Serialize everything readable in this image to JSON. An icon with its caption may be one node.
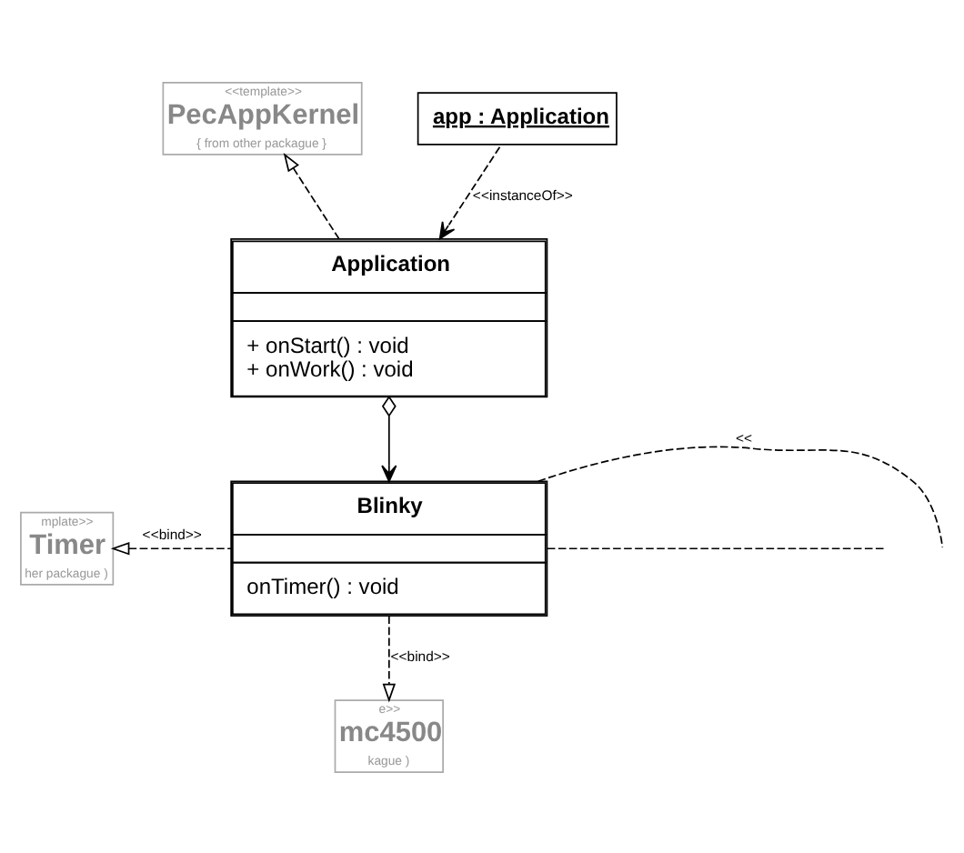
{
  "diagram": {
    "nodes": [
      {
        "text": [
          "<<template>>",
          "PecAppKernel",
          "{ from other packague }"
        ]
      },
      {
        "text": [
          "app : Application"
        ]
      },
      {
        "text": [
          "Application",
          "+ onStart() : void",
          "+ onWork() : void"
        ]
      },
      {
        "text": [
          "Blinky",
          "onTimer() : void"
        ]
      },
      {
        "text": [
          "mplate>>",
          "Timer",
          "her packague )"
        ]
      },
      {
        "text": [
          "e>>",
          "mc4500",
          "kague )"
        ]
      }
    ],
    "edges": [
      {
        "from": 1,
        "to": 2,
        "arrow": "to",
        "label": "<<instanceOf>>",
        "style": "dashed"
      },
      {
        "from": 2,
        "to": 0,
        "arrow": "to",
        "style": "dashed"
      },
      {
        "from": 2,
        "to": 3,
        "arrow": "to"
      },
      {
        "from": 3,
        "to": 4,
        "arrow": "to",
        "label": "<<bind>>",
        "style": "dashed"
      },
      {
        "from": 3,
        "to": 5,
        "arrow": "to",
        "label": "<<bind>>",
        "style": "dashed"
      },
      {
        "from": 3,
        "to": null,
        "arrow": "none",
        "label": "<<",
        "style": "dashed"
      },
      {
        "from": 3,
        "to": null,
        "arrow": "none",
        "style": "dashed"
      }
    ]
  }
}
